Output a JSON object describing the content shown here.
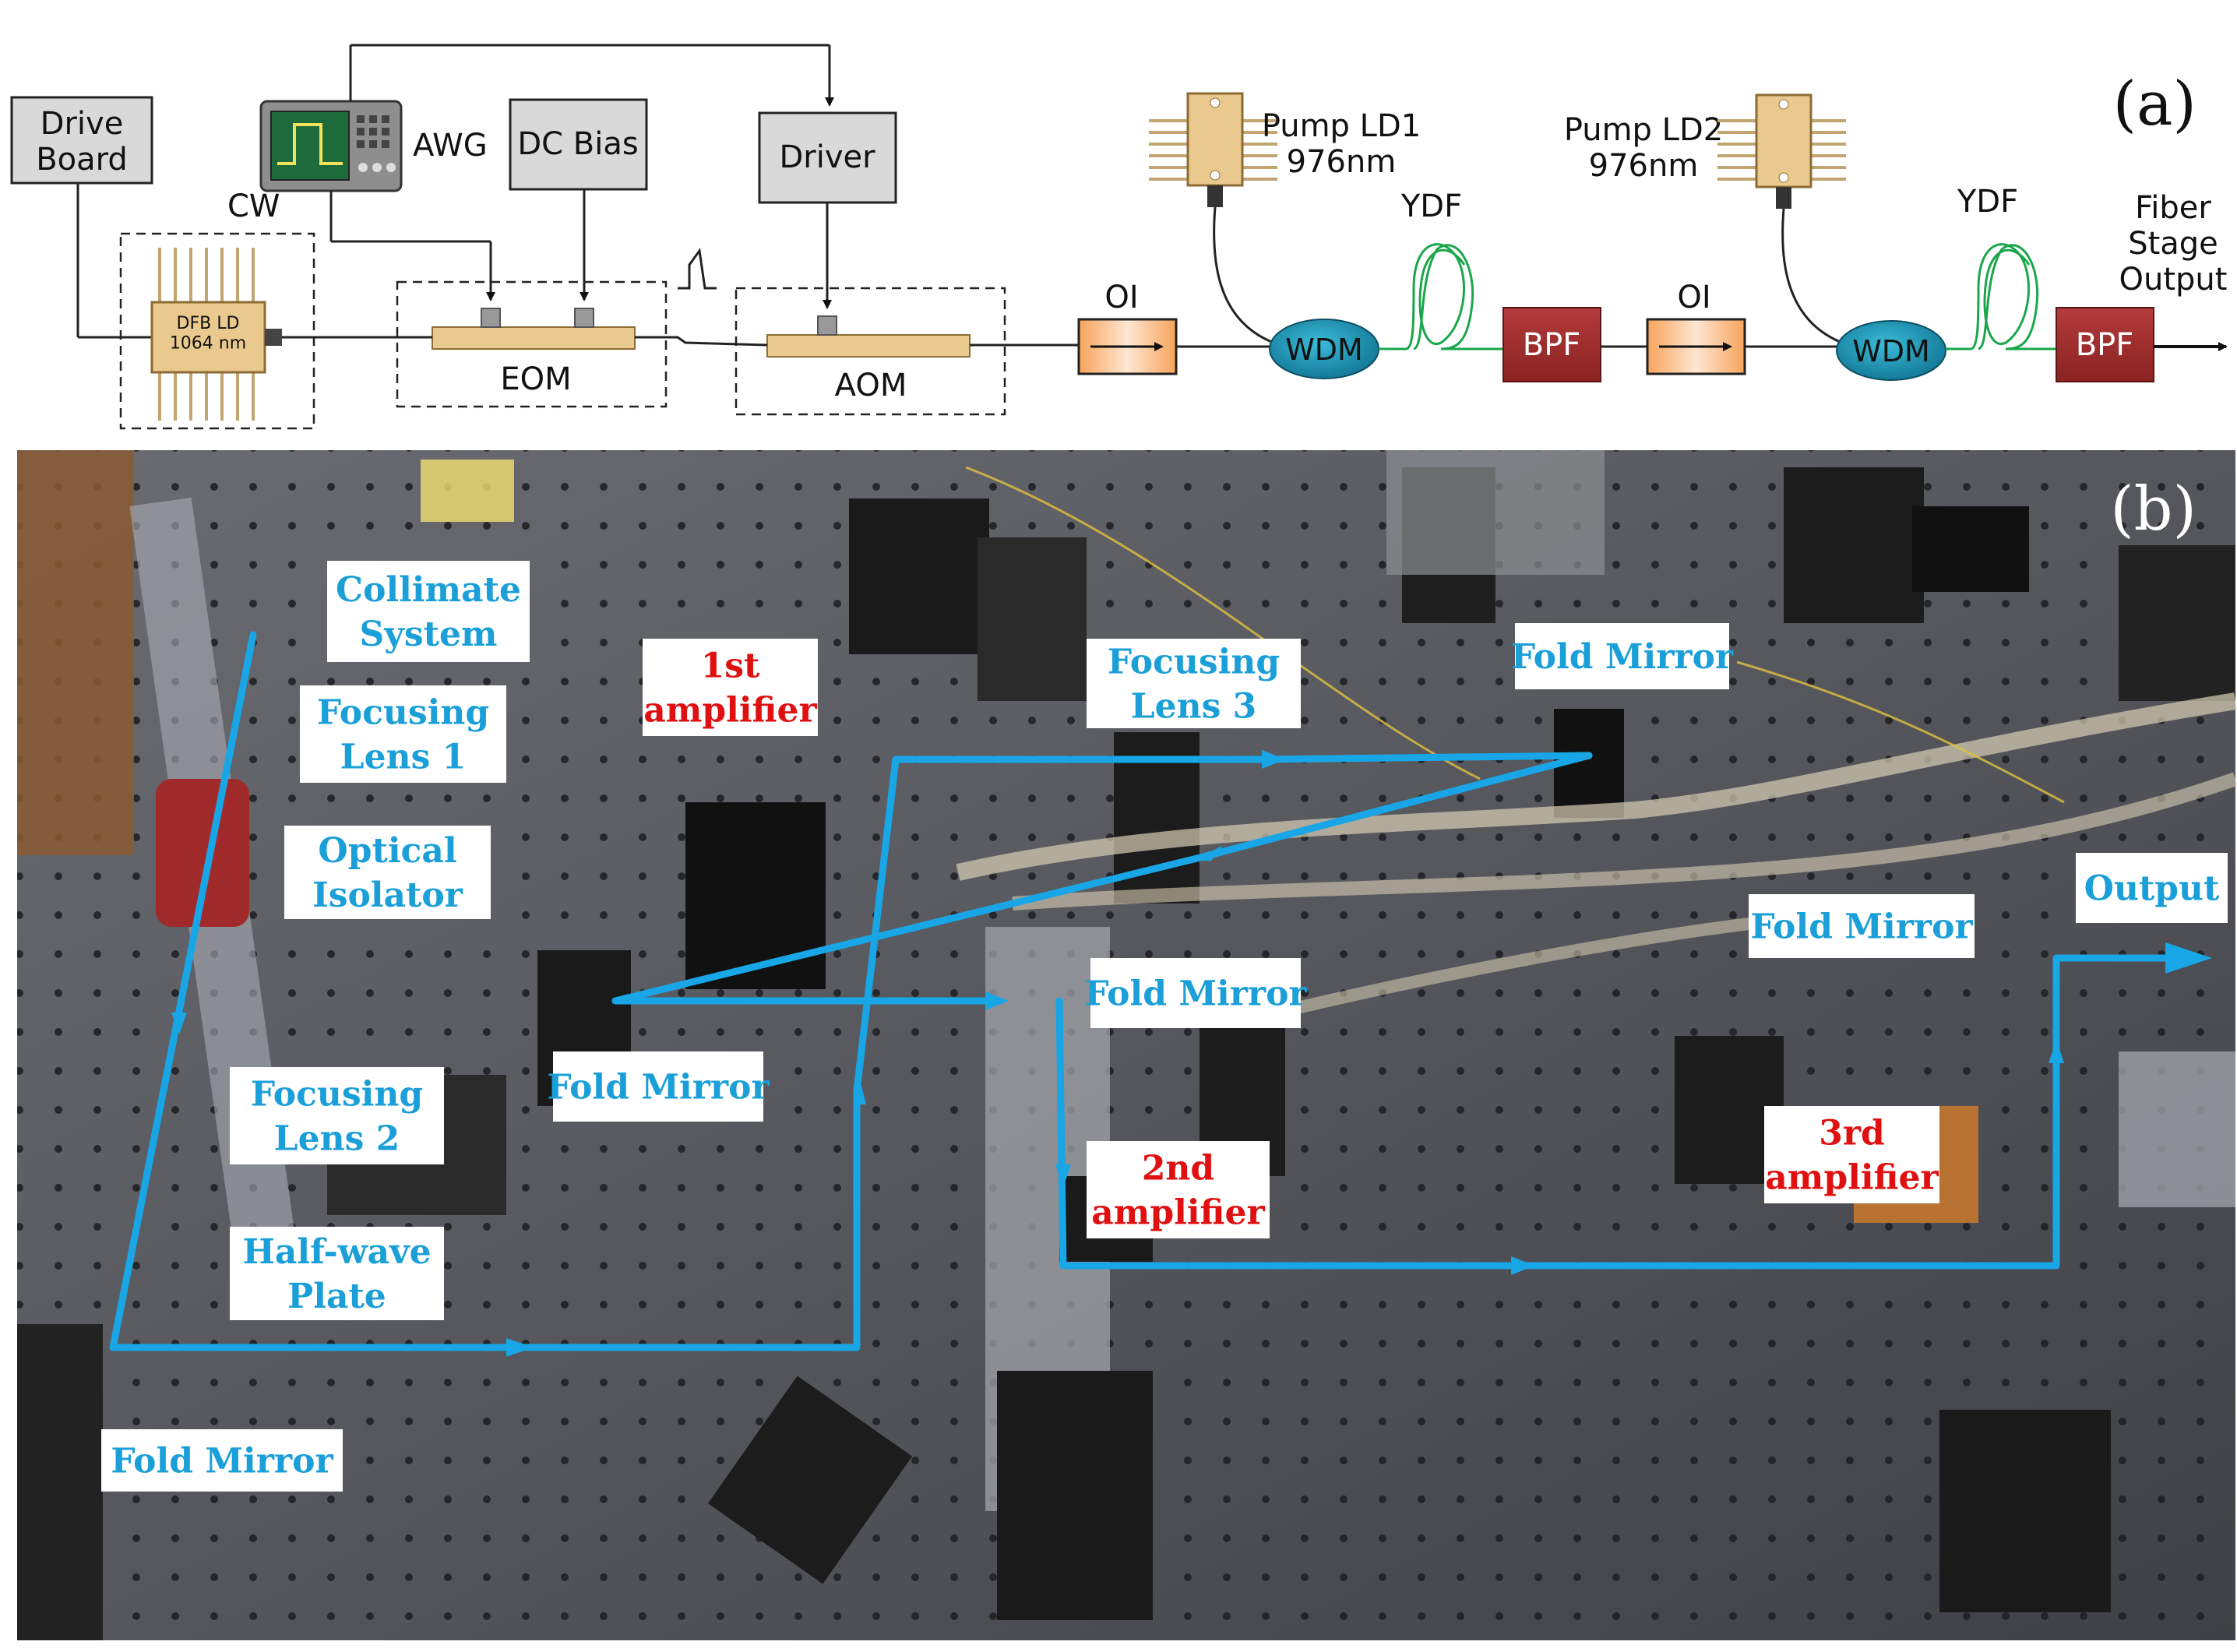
{
  "panel_a": {
    "letter": "(a)",
    "drive_board": "Drive\nBoard",
    "awg": "AWG",
    "dc_bias": "DC Bias",
    "driver": "Driver",
    "cw": "CW",
    "dfb_ld": "DFB LD\n1064 nm",
    "eom": "EOM",
    "aom": "AOM",
    "oi_1": "OI",
    "oi_2": "OI",
    "pump_ld1": "Pump LD1\n976nm",
    "pump_ld2": "Pump LD2\n976nm",
    "ydf_1": "YDF",
    "ydf_2": "YDF",
    "wdm_1": "WDM",
    "wdm_2": "WDM",
    "bpf_1": "BPF",
    "bpf_2": "BPF",
    "fiber_output": "Fiber\nStage\nOutput"
  },
  "panel_b": {
    "letter": "(b)",
    "labels": {
      "collimate_system": "Collimate\nSystem",
      "focusing_lens_1": "Focusing\nLens 1",
      "optical_isolator": "Optical\nIsolator",
      "focusing_lens_2": "Focusing\nLens 2",
      "half_wave_plate": "Half-wave\nPlate",
      "fold_mirror_bottom_left": "Fold Mirror",
      "fold_mirror_center": "Fold Mirror",
      "first_amplifier": "1st\namplifier",
      "focusing_lens_3": "Focusing\nLens 3",
      "fold_mirror_top": "Fold Mirror",
      "fold_mirror_middle": "Fold Mirror",
      "second_amplifier": "2nd\namplifier",
      "fold_mirror_right": "Fold Mirror",
      "third_amplifier": "3rd\namplifier",
      "output": "Output"
    }
  },
  "colors": {
    "beam": "#19a6e6",
    "label_blue": "#1a9fd8",
    "label_red": "#e01010",
    "wdm": "#1a8fb0",
    "bpf": "#a32f2f",
    "oi_fill": "#f6a45c",
    "ydf": "#1aa64b",
    "device_gold": "#e9c98e",
    "box_gray": "#d9d9d9",
    "table": "#4b4d52"
  }
}
